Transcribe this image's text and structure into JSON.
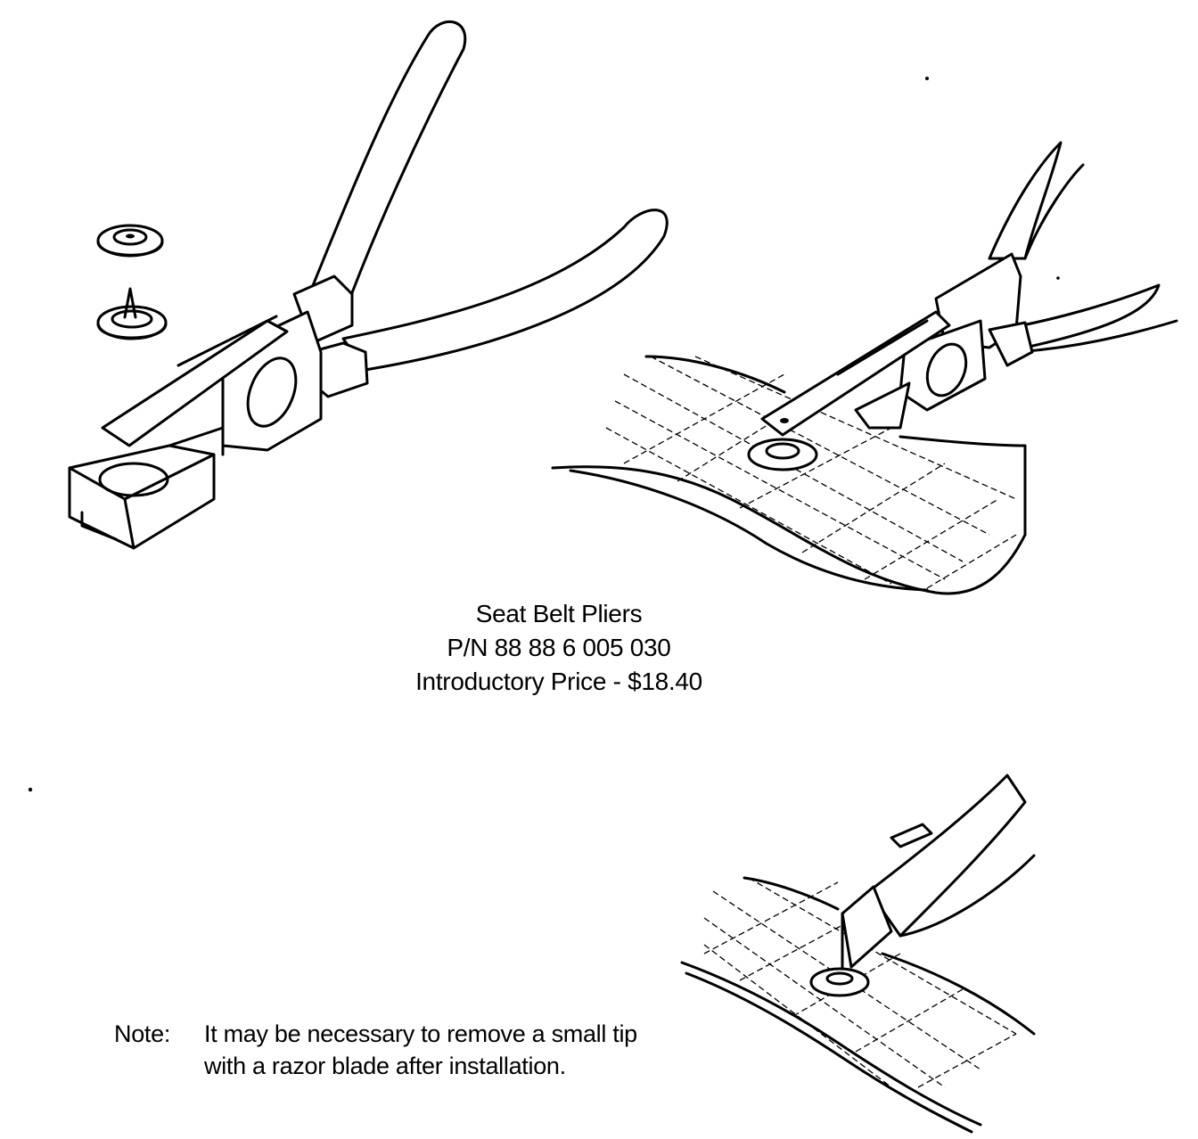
{
  "caption": {
    "title": "Seat Belt Pliers",
    "part_number": "P/N 88 88 6 005 030",
    "price": "Introductory Price - $18.40"
  },
  "note": {
    "label": "Note:",
    "line1": "It may be necessary to remove a small tip",
    "line2": "with a razor blade after installation."
  }
}
